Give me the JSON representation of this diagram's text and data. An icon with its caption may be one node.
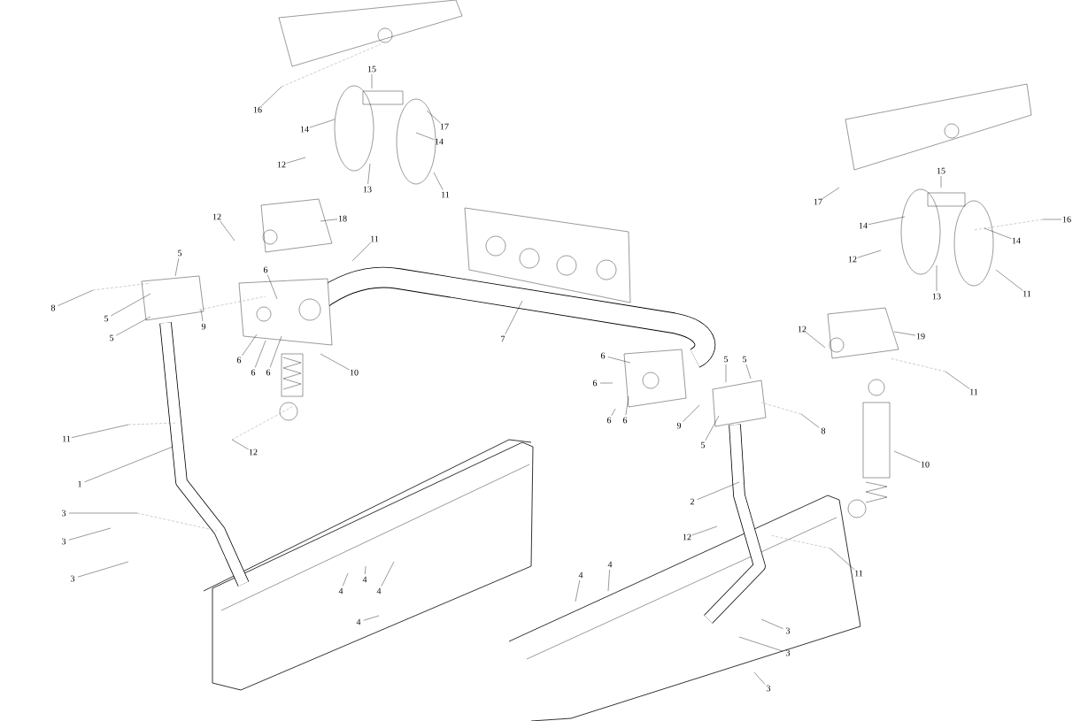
{
  "diagram": {
    "nodes": [
      {
        "text": [
          "16"
        ]
      },
      {
        "text": [
          "15"
        ]
      },
      {
        "text": [
          "14"
        ]
      },
      {
        "text": [
          "17"
        ]
      },
      {
        "text": [
          "14"
        ]
      },
      {
        "text": [
          "12"
        ]
      },
      {
        "text": [
          "13"
        ]
      },
      {
        "text": [
          "11"
        ]
      },
      {
        "text": [
          "12"
        ]
      },
      {
        "text": [
          "18"
        ]
      },
      {
        "text": [
          "11"
        ]
      },
      {
        "text": [
          "5"
        ]
      },
      {
        "text": [
          "8"
        ]
      },
      {
        "text": [
          "5"
        ]
      },
      {
        "text": [
          "6"
        ]
      },
      {
        "text": [
          "5"
        ]
      },
      {
        "text": [
          "9"
        ]
      },
      {
        "text": [
          "6"
        ]
      },
      {
        "text": [
          "6"
        ]
      },
      {
        "text": [
          "6"
        ]
      },
      {
        "text": [
          "10"
        ]
      },
      {
        "text": [
          "7"
        ]
      },
      {
        "text": [
          "11"
        ]
      },
      {
        "text": [
          "12"
        ]
      },
      {
        "text": [
          "1"
        ]
      },
      {
        "text": [
          "3"
        ]
      },
      {
        "text": [
          "3"
        ]
      },
      {
        "text": [
          "3"
        ]
      },
      {
        "text": [
          "4"
        ]
      },
      {
        "text": [
          "4"
        ]
      },
      {
        "text": [
          "4"
        ]
      },
      {
        "text": [
          "4"
        ]
      },
      {
        "text": [
          "15"
        ]
      },
      {
        "text": [
          "17"
        ]
      },
      {
        "text": [
          "14"
        ]
      },
      {
        "text": [
          "16"
        ]
      },
      {
        "text": [
          "14"
        ]
      },
      {
        "text": [
          "12"
        ]
      },
      {
        "text": [
          "13"
        ]
      },
      {
        "text": [
          "11"
        ]
      },
      {
        "text": [
          "12"
        ]
      },
      {
        "text": [
          "19"
        ]
      },
      {
        "text": [
          "6"
        ]
      },
      {
        "text": [
          "5"
        ]
      },
      {
        "text": [
          "5"
        ]
      },
      {
        "text": [
          "6"
        ]
      },
      {
        "text": [
          "6"
        ]
      },
      {
        "text": [
          "6"
        ]
      },
      {
        "text": [
          "11"
        ]
      },
      {
        "text": [
          "9"
        ]
      },
      {
        "text": [
          "5"
        ]
      },
      {
        "text": [
          "8"
        ]
      },
      {
        "text": [
          "10"
        ]
      },
      {
        "text": [
          "2"
        ]
      },
      {
        "text": [
          "12"
        ]
      },
      {
        "text": [
          "11"
        ]
      },
      {
        "text": [
          "4"
        ]
      },
      {
        "text": [
          "4"
        ]
      },
      {
        "text": [
          "3"
        ]
      },
      {
        "text": [
          "3"
        ]
      },
      {
        "text": [
          "3"
        ]
      }
    ],
    "edges": [
      {
        "from": 0,
        "to": null,
        "arrow": "none"
      },
      {
        "from": 1,
        "to": null,
        "arrow": "none"
      },
      {
        "from": 2,
        "to": null,
        "arrow": "none"
      },
      {
        "from": 3,
        "to": null,
        "arrow": "none"
      },
      {
        "from": 4,
        "to": null,
        "arrow": "none"
      },
      {
        "from": 5,
        "to": null,
        "arrow": "none"
      },
      {
        "from": 6,
        "to": null,
        "arrow": "none"
      },
      {
        "from": 7,
        "to": null,
        "arrow": "none"
      },
      {
        "from": 8,
        "to": null,
        "arrow": "none"
      },
      {
        "from": 9,
        "to": null,
        "arrow": "none"
      },
      {
        "from": 10,
        "to": null,
        "arrow": "none"
      },
      {
        "from": 11,
        "to": null,
        "arrow": "none"
      },
      {
        "from": 12,
        "to": null,
        "arrow": "none"
      },
      {
        "from": 13,
        "to": null,
        "arrow": "none"
      },
      {
        "from": 14,
        "to": null,
        "arrow": "none"
      },
      {
        "from": 15,
        "to": null,
        "arrow": "none"
      },
      {
        "from": 16,
        "to": null,
        "arrow": "none"
      },
      {
        "from": 17,
        "to": null,
        "arrow": "none"
      },
      {
        "from": 18,
        "to": null,
        "arrow": "none"
      },
      {
        "from": 19,
        "to": null,
        "arrow": "none"
      },
      {
        "from": 20,
        "to": null,
        "arrow": "none"
      },
      {
        "from": 21,
        "to": null,
        "arrow": "none"
      },
      {
        "from": 22,
        "to": null,
        "arrow": "none"
      },
      {
        "from": 23,
        "to": null,
        "arrow": "none"
      },
      {
        "from": 24,
        "to": null,
        "arrow": "none"
      },
      {
        "from": 25,
        "to": null,
        "arrow": "none"
      },
      {
        "from": 26,
        "to": null,
        "arrow": "none"
      },
      {
        "from": 27,
        "to": null,
        "arrow": "none"
      },
      {
        "from": 28,
        "to": null,
        "arrow": "none"
      },
      {
        "from": 29,
        "to": null,
        "arrow": "none"
      },
      {
        "from": 30,
        "to": null,
        "arrow": "none"
      },
      {
        "from": 31,
        "to": null,
        "arrow": "none"
      },
      {
        "from": 32,
        "to": null,
        "arrow": "none"
      },
      {
        "from": 33,
        "to": null,
        "arrow": "none"
      },
      {
        "from": 34,
        "to": null,
        "arrow": "none"
      },
      {
        "from": 35,
        "to": null,
        "arrow": "none"
      },
      {
        "from": 36,
        "to": null,
        "arrow": "none"
      },
      {
        "from": 37,
        "to": null,
        "arrow": "none"
      },
      {
        "from": 38,
        "to": null,
        "arrow": "none"
      },
      {
        "from": 39,
        "to": null,
        "arrow": "none"
      },
      {
        "from": 40,
        "to": null,
        "arrow": "none"
      },
      {
        "from": 41,
        "to": null,
        "arrow": "none"
      },
      {
        "from": 42,
        "to": null,
        "arrow": "none"
      },
      {
        "from": 43,
        "to": null,
        "arrow": "none"
      },
      {
        "from": 44,
        "to": null,
        "arrow": "none"
      },
      {
        "from": 45,
        "to": null,
        "arrow": "none"
      },
      {
        "from": 46,
        "to": null,
        "arrow": "none"
      },
      {
        "from": 47,
        "to": null,
        "arrow": "none"
      },
      {
        "from": 48,
        "to": null,
        "arrow": "none"
      },
      {
        "from": 49,
        "to": null,
        "arrow": "none"
      },
      {
        "from": 50,
        "to": null,
        "arrow": "none"
      },
      {
        "from": 51,
        "to": null,
        "arrow": "none"
      },
      {
        "from": 52,
        "to": null,
        "arrow": "none"
      },
      {
        "from": 53,
        "to": null,
        "arrow": "none"
      },
      {
        "from": 54,
        "to": null,
        "arrow": "none"
      },
      {
        "from": 55,
        "to": null,
        "arrow": "none"
      },
      {
        "from": 56,
        "to": null,
        "arrow": "none"
      },
      {
        "from": 57,
        "to": null,
        "arrow": "none"
      },
      {
        "from": 58,
        "to": null,
        "arrow": "none"
      },
      {
        "from": 59,
        "to": null,
        "arrow": "none"
      },
      {
        "from": 60,
        "to": null,
        "arrow": "none"
      }
    ]
  }
}
